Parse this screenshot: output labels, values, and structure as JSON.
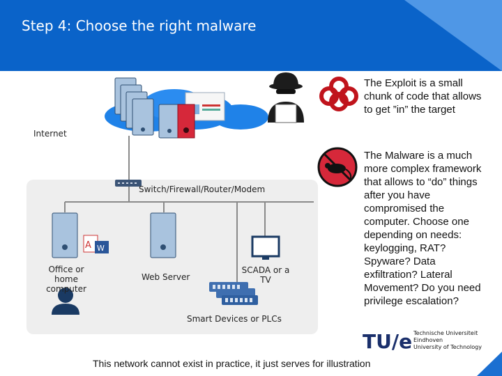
{
  "slide": {
    "title": "Step 4: Choose the right malware"
  },
  "diagram": {
    "labels": {
      "internet": "Internet",
      "switch": "Switch/Firewall/Router/Modem",
      "office": "Office or home computer",
      "web_server": "Web Server",
      "scada": "SCADA or a TV",
      "smart_devices": "Smart Devices or PLCs"
    }
  },
  "side": {
    "exploit_text": "The Exploit  is a small chunk of code that allows to get ”in” the target",
    "malware_text": "The Malware is a much more complex framework that allows to “do” things after you have compromised the computer. Choose one depending on needs: keylogging, RAT? Spyware? Data exfiltration? Lateral Movement? Do you need privilege escalation?"
  },
  "footer": {
    "note": "This network cannot exist in practice, it just serves for illustration"
  },
  "logo": {
    "mark": "TU/e",
    "line1": "Technische Universiteit",
    "line2": "Eindhoven",
    "line3": "University of Technology"
  },
  "colors": {
    "header_blue": "#0a63c9",
    "biohazard_red": "#c0141c",
    "accent_red": "#d6283a"
  }
}
